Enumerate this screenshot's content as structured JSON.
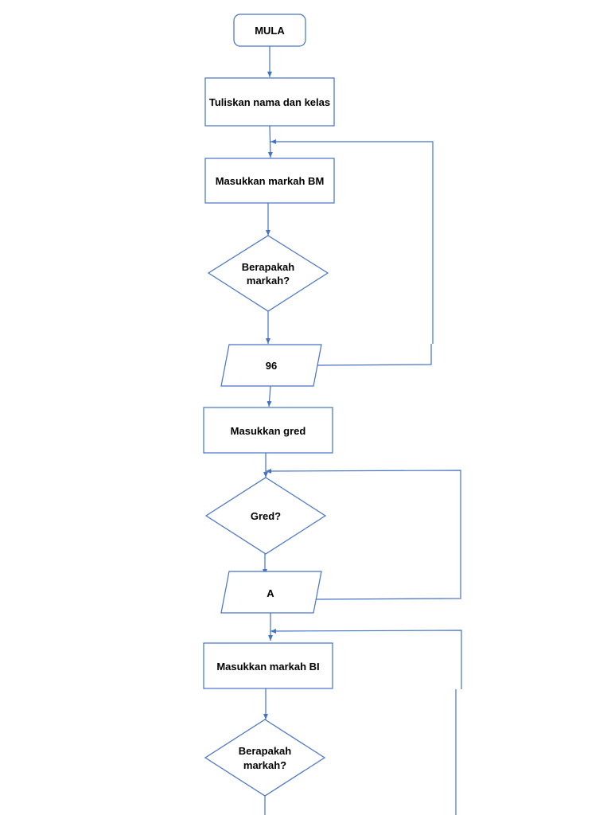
{
  "flowchart": {
    "nodes": {
      "start": {
        "text": "MULA",
        "shape": "terminator"
      },
      "write_name_class": {
        "text": "Tuliskan nama dan kelas",
        "shape": "process"
      },
      "enter_mark_bm": {
        "text": "Masukkan markah BM",
        "shape": "process"
      },
      "ask_mark_1": {
        "line1": "Berapakah",
        "line2": "markah?",
        "shape": "decision"
      },
      "output_96": {
        "text": "96",
        "shape": "input-output"
      },
      "enter_grade": {
        "text": "Masukkan gred",
        "shape": "process"
      },
      "ask_grade": {
        "text": "Gred?",
        "shape": "decision"
      },
      "output_a": {
        "text": "A",
        "shape": "input-output"
      },
      "enter_mark_bi": {
        "text": "Masukkan markah BI",
        "shape": "process"
      },
      "ask_mark_2": {
        "line1": "Berapakah",
        "line2": "markah?",
        "shape": "decision"
      }
    },
    "colors": {
      "stroke": "#4472c4",
      "fill": "#ffffff",
      "text": "#000000"
    }
  }
}
